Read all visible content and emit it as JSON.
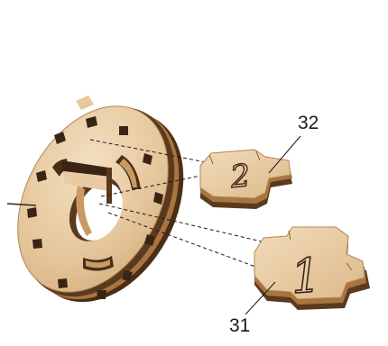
{
  "diagram": {
    "parts": [
      {
        "callout": "32",
        "engraving": "2"
      },
      {
        "callout": "31",
        "engraving": "1"
      }
    ]
  },
  "colors": {
    "wood_face": "#e6c79d",
    "wood_light": "#f1dcbc",
    "wood_edge": "#a8743f",
    "wood_dark": "#5a3a1e",
    "burn_mark": "#3a2414"
  }
}
